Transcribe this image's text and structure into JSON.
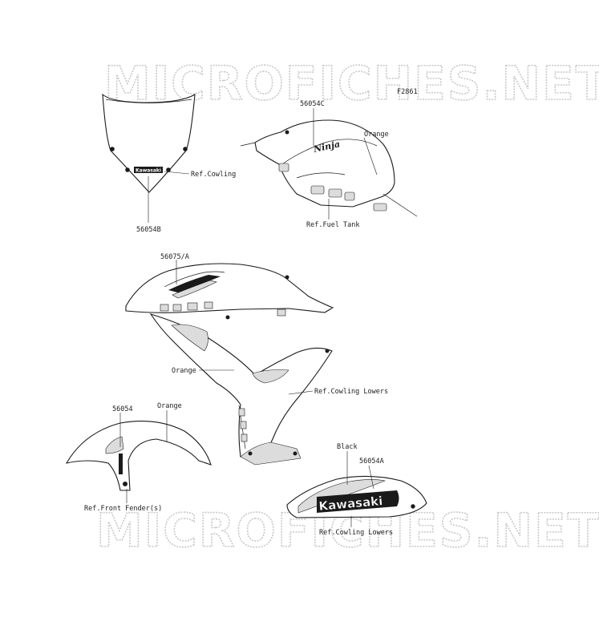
{
  "watermark": "MICROFICHES.NET",
  "figure_code": "F2861",
  "labels": {
    "windshield_part": "56054B",
    "ref_cowling": "Ref.Cowling",
    "tank_part": "56054C",
    "tank_orange": "Orange",
    "ref_fuel_tank": "Ref.Fuel Tank",
    "cowl_part": "56075/A",
    "cowl_orange": "Orange",
    "ref_cowling_lowers_1": "Ref.Cowling Lowers",
    "fender_part": "56054",
    "fender_orange": "Orange",
    "ref_front_fender": "Ref.Front Fender(s)",
    "lower_black": "Black",
    "lower_part": "56054A",
    "ref_cowling_lowers_2": "Ref.Cowling Lowers"
  },
  "decals": {
    "windshield_logo": "Kawasaki",
    "tank_logo": "Ninja",
    "lower_logo": "Kawasaki"
  }
}
